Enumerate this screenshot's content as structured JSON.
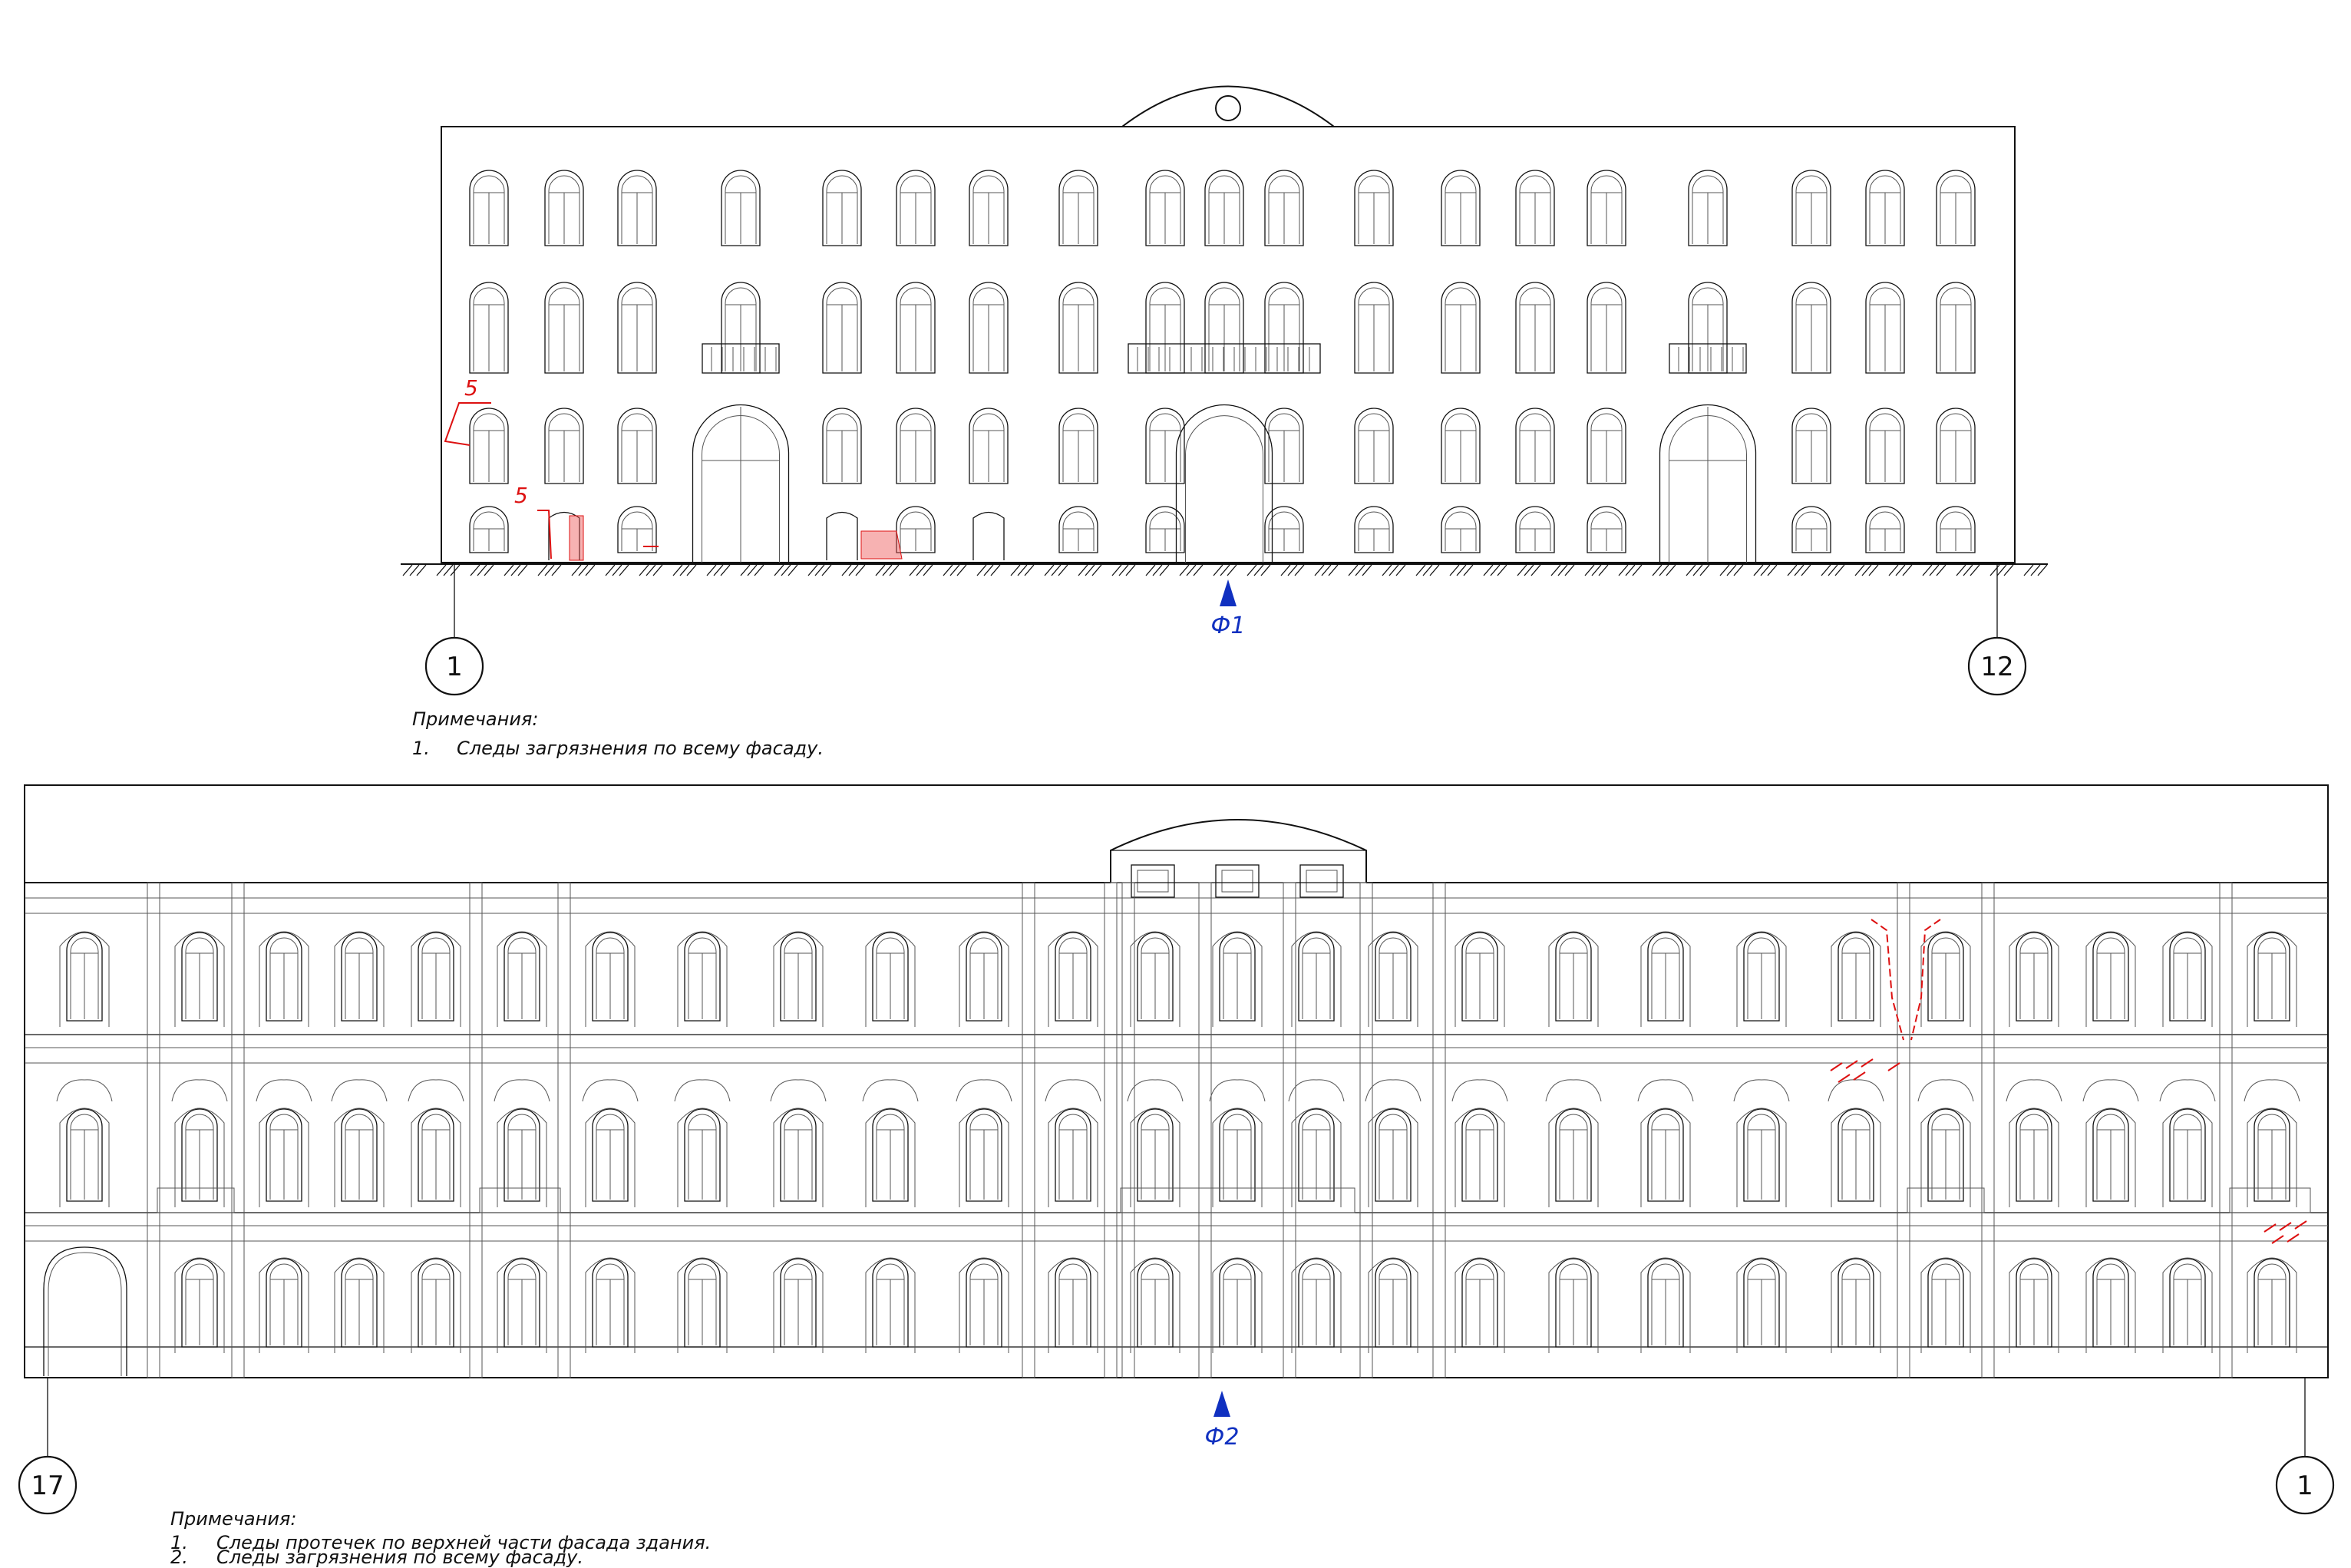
{
  "upper_facade": {
    "mark": "Ф1",
    "axis_left": "1",
    "axis_right": "12",
    "defect_labels": [
      "5",
      "5"
    ],
    "notes_title": "Примечания:",
    "notes": [
      {
        "num": "1.",
        "text": "Следы загрязнения по всему фасаду."
      }
    ]
  },
  "lower_facade": {
    "mark": "Ф2",
    "axis_left": "17",
    "axis_right": "1",
    "notes_title": "Примечания:",
    "notes": [
      {
        "num": "1.",
        "text": "Следы протечек по верхней части фасада здания."
      },
      {
        "num": "2.",
        "text": "Следы загрязнения по всему фасаду."
      }
    ]
  },
  "colors": {
    "outline": "#111111",
    "defect": "#dd1111",
    "mark": "#1030c0"
  }
}
